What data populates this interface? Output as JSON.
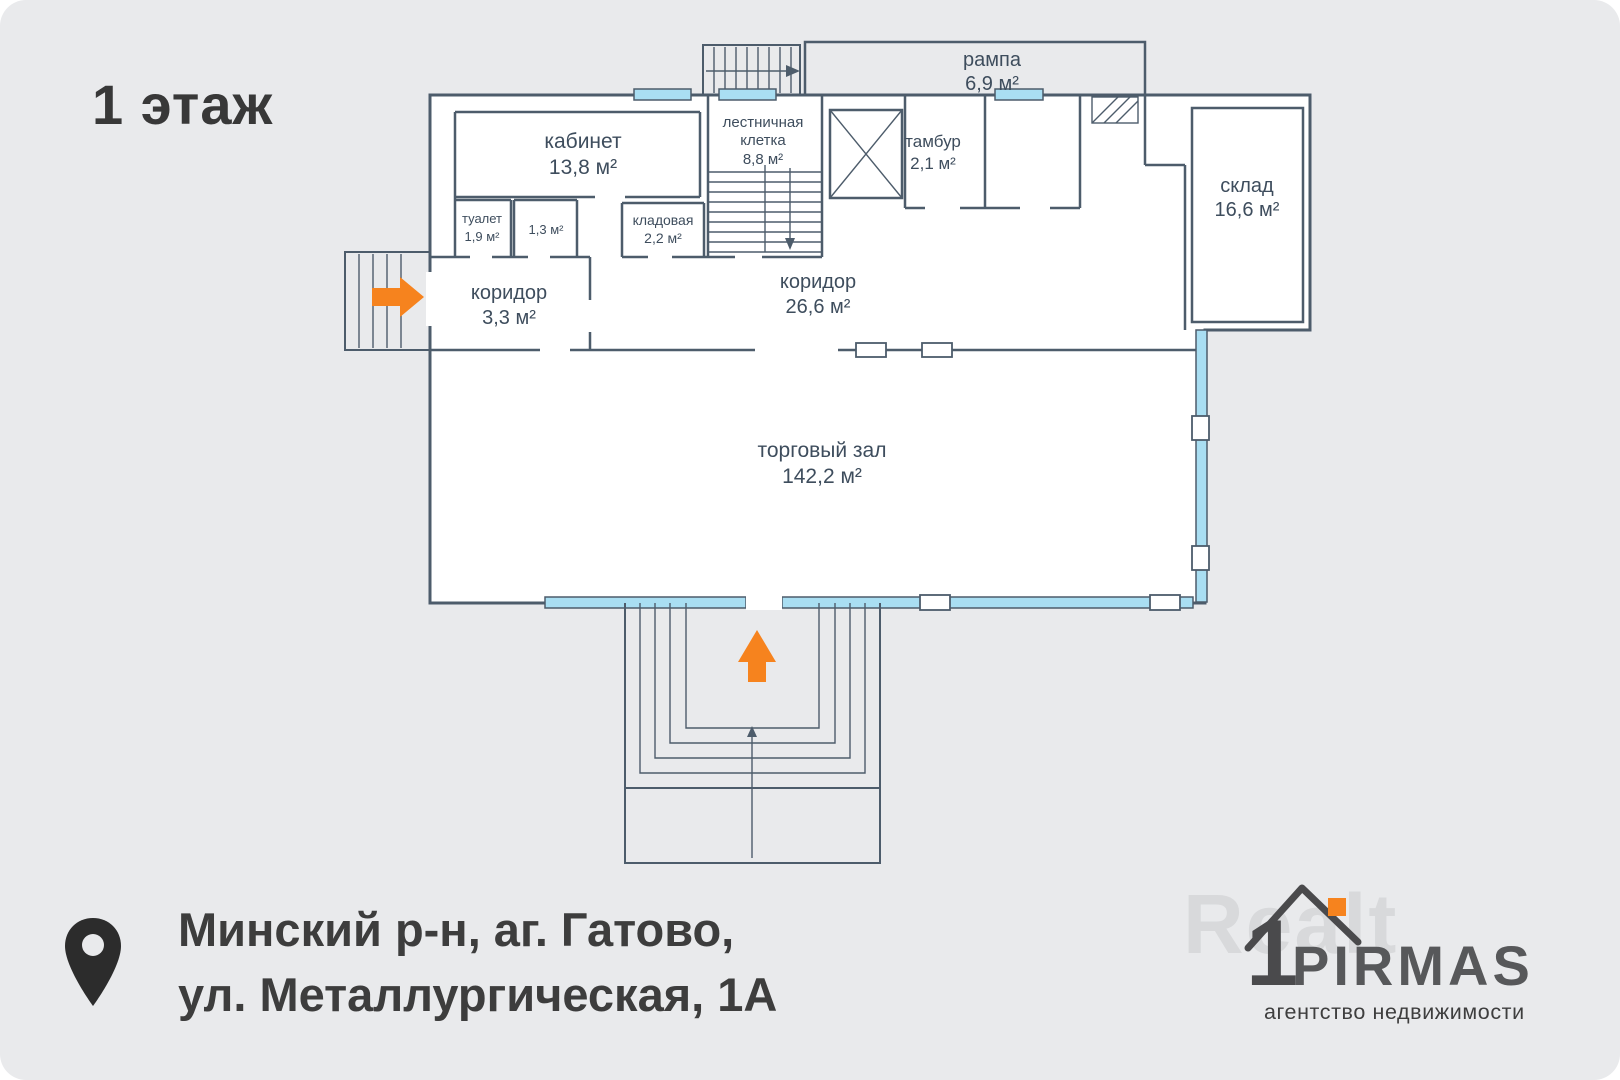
{
  "title": {
    "floor": "1 этаж"
  },
  "address": {
    "line1": "Минский р-н, аг. Гатово,",
    "line2": "ул. Металлургическая, 1А"
  },
  "plan": {
    "rooms": {
      "ramp": {
        "lines": [
          "рампа",
          "6,9 м²"
        ]
      },
      "office": {
        "lines": [
          "кабинет",
          "13,8 м²"
        ]
      },
      "stairwell": {
        "lines": [
          "лестничная",
          "клетка",
          "8,8 м²"
        ]
      },
      "vestibule": {
        "lines": [
          "тамбур",
          "2,1 м²"
        ]
      },
      "warehouse": {
        "lines": [
          "склад",
          "16,6 м²"
        ]
      },
      "toilet": {
        "lines": [
          "туалет",
          "1,9 м²"
        ]
      },
      "room_small": {
        "lines": [
          "1,3 м²"
        ]
      },
      "storage": {
        "lines": [
          "кладовая",
          "2,2 м²"
        ]
      },
      "corridor_small": {
        "lines": [
          "коридор",
          "3,3 м²"
        ]
      },
      "corridor_main": {
        "lines": [
          "коридор",
          "26,6 м²"
        ]
      },
      "trading_hall": {
        "lines": [
          "торговый зал",
          "142,2 м²"
        ]
      }
    }
  },
  "logo": {
    "number": "1",
    "brand": "PIRMAS",
    "tagline": "агентство недвижимости",
    "watermark": "Realt"
  },
  "colors": {
    "background": "#e9eaec",
    "plan_fill": "#ffffff",
    "wall": "#4d5c6b",
    "window": "#a9def2",
    "accent_orange": "#f6831e",
    "title_text": "#383838",
    "room_text": "#3e4d5d",
    "watermark": "#d8d9db"
  }
}
